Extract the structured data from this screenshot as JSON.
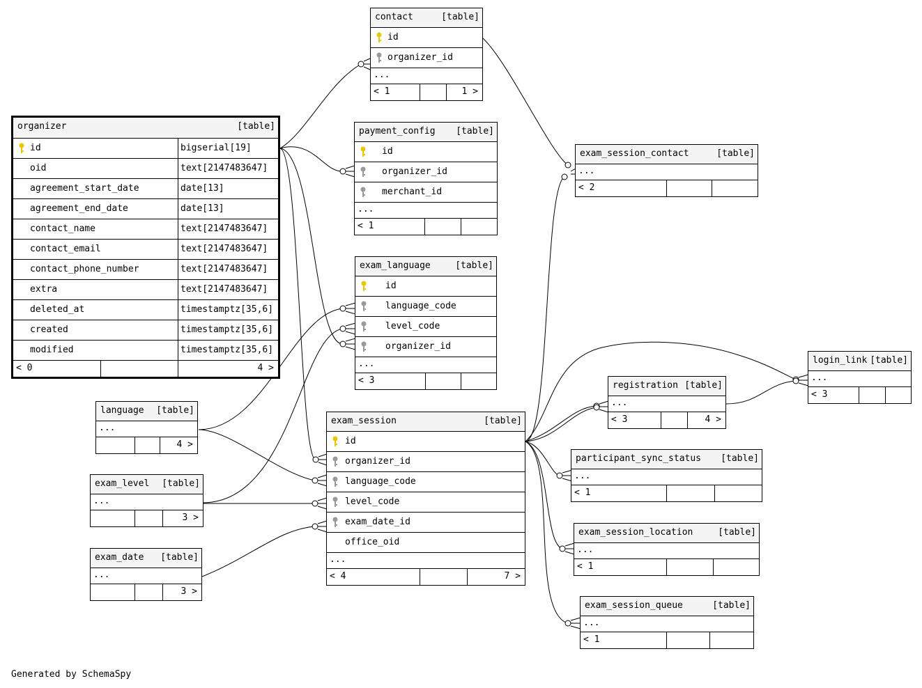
{
  "credit": "Generated by SchemaSpy",
  "key_colors": {
    "primary": "#e6c800",
    "foreign": "#9a9a9a"
  },
  "tables": {
    "contact": {
      "name": "contact",
      "type": "[table]",
      "rows": [
        {
          "col": "id",
          "key": "primary"
        },
        {
          "col": "organizer_id",
          "key": "foreign"
        }
      ],
      "dots": "...",
      "parents": "< 1",
      "children": "1 >"
    },
    "organizer": {
      "name": "organizer",
      "type": "[table]",
      "rows": [
        {
          "col": "id",
          "key": "primary",
          "type": "bigserial[19]"
        },
        {
          "col": "oid",
          "type": "text[2147483647]"
        },
        {
          "col": "agreement_start_date",
          "type": "date[13]"
        },
        {
          "col": "agreement_end_date",
          "type": "date[13]"
        },
        {
          "col": "contact_name",
          "type": "text[2147483647]"
        },
        {
          "col": "contact_email",
          "type": "text[2147483647]"
        },
        {
          "col": "contact_phone_number",
          "type": "text[2147483647]"
        },
        {
          "col": "extra",
          "type": "text[2147483647]"
        },
        {
          "col": "deleted_at",
          "type": "timestamptz[35,6]"
        },
        {
          "col": "created",
          "type": "timestamptz[35,6]"
        },
        {
          "col": "modified",
          "type": "timestamptz[35,6]"
        }
      ],
      "parents": "< 0",
      "children": "4 >"
    },
    "payment_config": {
      "name": "payment_config",
      "type": "[table]",
      "rows": [
        {
          "col": "id",
          "key": "primary"
        },
        {
          "col": "organizer_id",
          "key": "foreign"
        },
        {
          "col": "merchant_id",
          "key": "foreign"
        }
      ],
      "dots": "...",
      "parents": "< 1",
      "children": ""
    },
    "exam_language": {
      "name": "exam_language",
      "type": "[table]",
      "rows": [
        {
          "col": "id",
          "key": "primary"
        },
        {
          "col": "language_code",
          "key": "foreign"
        },
        {
          "col": "level_code",
          "key": "foreign"
        },
        {
          "col": "organizer_id",
          "key": "foreign"
        }
      ],
      "dots": "...",
      "parents": "< 3",
      "children": ""
    },
    "exam_session": {
      "name": "exam_session",
      "type": "[table]",
      "rows": [
        {
          "col": "id",
          "key": "primary"
        },
        {
          "col": "organizer_id",
          "key": "foreign"
        },
        {
          "col": "language_code",
          "key": "foreign"
        },
        {
          "col": "level_code",
          "key": "foreign"
        },
        {
          "col": "exam_date_id",
          "key": "foreign"
        },
        {
          "col": "office_oid"
        }
      ],
      "dots": "...",
      "parents": "< 4",
      "children": "7 >"
    },
    "language": {
      "name": "language",
      "type": "[table]",
      "dots": "...",
      "parents": "",
      "children": "4 >"
    },
    "exam_level": {
      "name": "exam_level",
      "type": "[table]",
      "dots": "...",
      "parents": "",
      "children": "3 >"
    },
    "exam_date": {
      "name": "exam_date",
      "type": "[table]",
      "dots": "...",
      "parents": "",
      "children": "3 >"
    },
    "exam_session_contact": {
      "name": "exam_session_contact",
      "type": "[table]",
      "dots": "...",
      "parents": "< 2",
      "children": ""
    },
    "login_link": {
      "name": "login_link",
      "type": "[table]",
      "dots": "...",
      "parents": "< 3",
      "children": ""
    },
    "registration": {
      "name": "registration",
      "type": "[table]",
      "dots": "...",
      "parents": "< 3",
      "children": "4 >"
    },
    "participant_sync_status": {
      "name": "participant_sync_status",
      "type": "[table]",
      "dots": "...",
      "parents": "< 1",
      "children": ""
    },
    "exam_session_location": {
      "name": "exam_session_location",
      "type": "[table]",
      "dots": "...",
      "parents": "< 1",
      "children": ""
    },
    "exam_session_queue": {
      "name": "exam_session_queue",
      "type": "[table]",
      "dots": "...",
      "parents": "< 1",
      "children": ""
    }
  }
}
